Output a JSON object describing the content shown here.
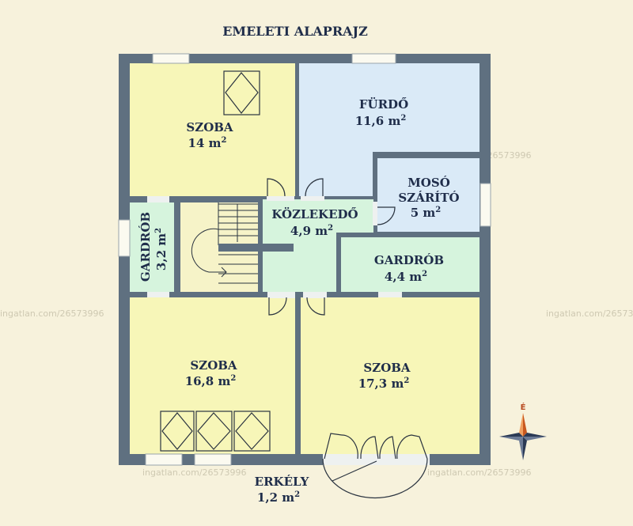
{
  "title": "EMELETI ALAPRAJZ",
  "watermark": "ingatlan.com/26573996",
  "compass": {
    "north_label": "É"
  },
  "colors": {
    "wall": "#5f7080",
    "yellow_room": "#f7f6b8",
    "blue_room": "#daeaf7",
    "green_room": "#d6f4dd",
    "stair_room": "#f6f3c8",
    "background": "#f7f2dc",
    "text": "#1f2d4a"
  },
  "rooms": {
    "szoba_top": {
      "name": "SZOBA",
      "area": "14 m"
    },
    "furdo": {
      "name": "FÜRDŐ",
      "area": "11,6 m"
    },
    "moso": {
      "name1": "MOSÓ",
      "name2": "SZÁRÍTÓ",
      "area": "5 m"
    },
    "kozlekedo": {
      "name": "KÖZLEKEDŐ",
      "area": "4,9 m"
    },
    "gardrob_left": {
      "name": "GARDRÓB",
      "area": "3,2 m"
    },
    "gardrob_right": {
      "name": "GARDRÓB",
      "area": "4,4 m"
    },
    "szoba_bl": {
      "name": "SZOBA",
      "area": "16,8 m"
    },
    "szoba_br": {
      "name": "SZOBA",
      "area": "17,3 m"
    },
    "erkely": {
      "name": "ERKÉLY",
      "area": "1,2 m"
    }
  },
  "unit_exponent": "2"
}
